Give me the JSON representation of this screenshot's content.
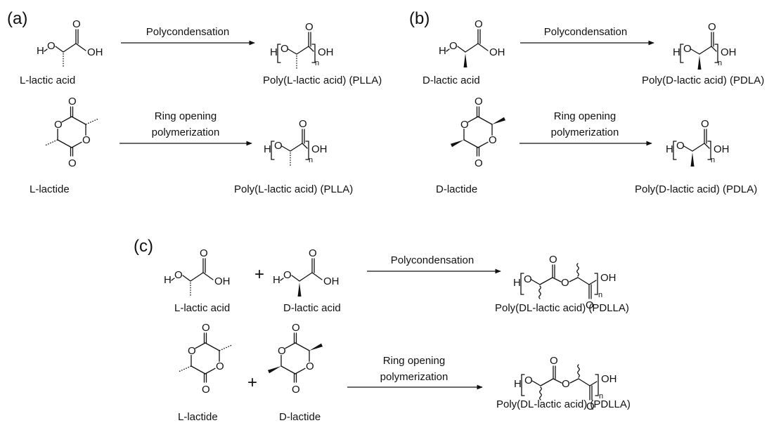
{
  "panels": [
    {
      "letter": "(a)",
      "rows": [
        {
          "reactant": "L-lactic acid",
          "process": [
            "Polycondensation"
          ],
          "product": "Poly(L-lactic acid) (PLLA)"
        },
        {
          "reactant": "L-lactide",
          "process": [
            "Ring opening",
            "polymerization"
          ],
          "product": "Poly(L-lactic acid) (PLLA)"
        }
      ]
    },
    {
      "letter": "(b)",
      "rows": [
        {
          "reactant": "D-lactic acid",
          "process": [
            "Polycondensation"
          ],
          "product": "Poly(D-lactic acid) (PDLA)"
        },
        {
          "reactant": "D-lactide",
          "process": [
            "Ring opening",
            "polymerization"
          ],
          "product": "Poly(D-lactic acid) (PDLA)"
        }
      ]
    },
    {
      "letter": "(c)",
      "rows": [
        {
          "reactants": [
            "L-lactic acid",
            "D-lactic acid"
          ],
          "plus": "+",
          "process": [
            "Polycondensation"
          ],
          "product": "Poly(DL-lactic acid) (PDLLA)"
        },
        {
          "reactants": [
            "L-lactide",
            "D-lactide"
          ],
          "plus": "+",
          "process": [
            "Ring opening",
            "polymerization"
          ],
          "product": "Poly(DL-lactic acid) (PDLLA)"
        }
      ]
    }
  ],
  "atoms": {
    "O": "O",
    "H": "H",
    "OH": "OH",
    "n": "n"
  }
}
